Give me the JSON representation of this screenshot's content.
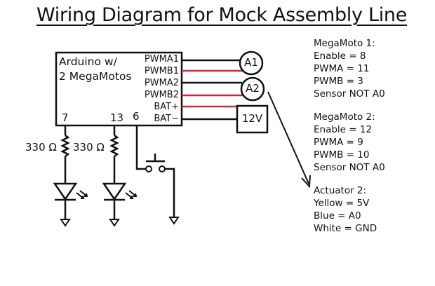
{
  "title": "Wiring Diagram for Mock Assembly Line",
  "colors": {
    "wire_black": "#111111",
    "wire_red": "#d0283c"
  },
  "arduino": {
    "label_line1": "Arduino w/",
    "label_line2": "2 MegaMotos",
    "pins_right": [
      {
        "label": "PWMA1",
        "wire": "black",
        "to": "A1"
      },
      {
        "label": "PWMB1",
        "wire": "red",
        "to": "A1"
      },
      {
        "label": "PWMA2",
        "wire": "black",
        "to": "A2"
      },
      {
        "label": "PWMB2",
        "wire": "red",
        "to": "A2"
      },
      {
        "label": "BAT+",
        "wire": "red",
        "to": "12V"
      },
      {
        "label": "BAT−",
        "wire": "black",
        "to": "12V"
      }
    ],
    "pins_bottom": [
      "7",
      "13",
      "6"
    ]
  },
  "components": {
    "actuator1": "A1",
    "actuator2": "A2",
    "battery": "12V",
    "resistor1": "330 Ω",
    "resistor2": "330 Ω"
  },
  "notes": {
    "megamoto1": [
      "MegaMoto 1:",
      "Enable = 8",
      "PWMA = 11",
      "PWMB = 3",
      "Sensor NOT A0"
    ],
    "megamoto2": [
      "MegaMoto 2:",
      "Enable = 12",
      "PWMA = 9",
      "PWMB = 10",
      "Sensor NOT A0"
    ],
    "actuator2": [
      "Actuator 2:",
      "Yellow = 5V",
      "Blue = A0",
      "White = GND"
    ]
  }
}
